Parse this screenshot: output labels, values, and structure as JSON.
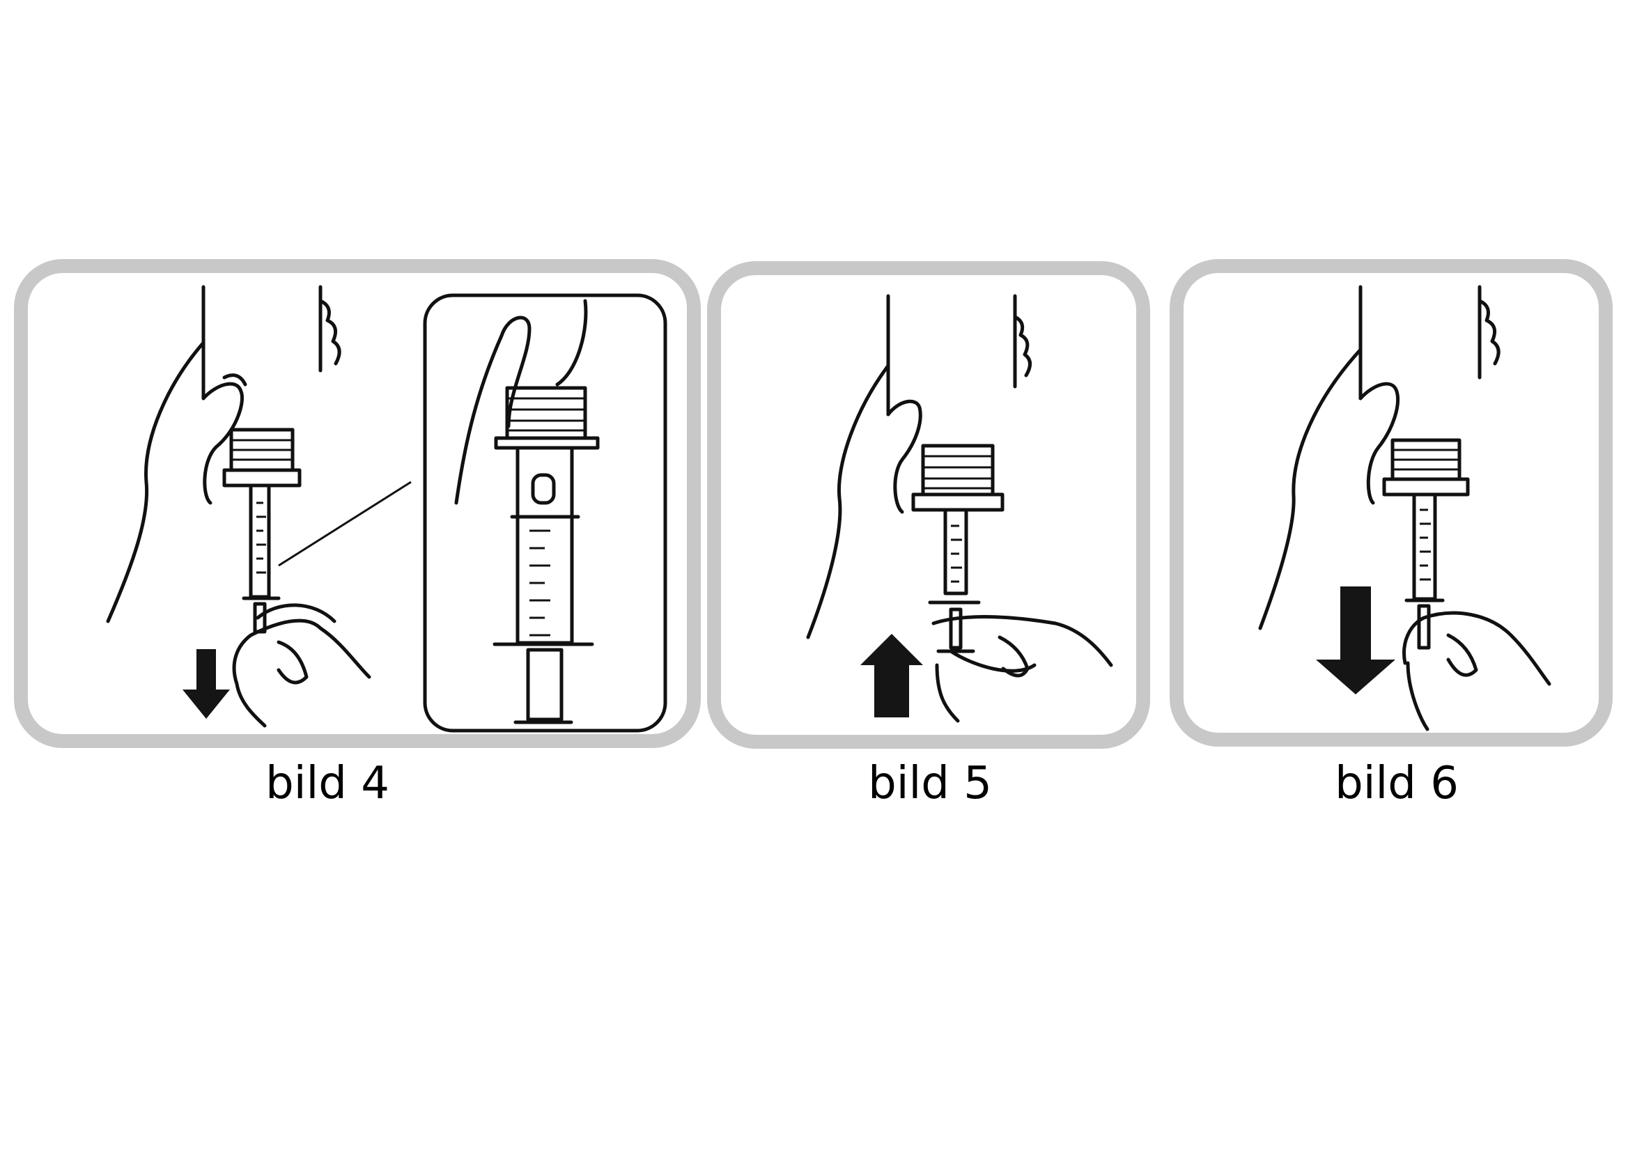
{
  "panels": [
    {
      "id": "step-4",
      "caption": "bild 4",
      "arrow": "down",
      "has_zoom_inset": true
    },
    {
      "id": "step-5",
      "caption": "bild 5",
      "arrow": "up",
      "has_zoom_inset": false
    },
    {
      "id": "step-6",
      "caption": "bild 6",
      "arrow": "down",
      "has_zoom_inset": false
    }
  ],
  "colors": {
    "frame": "#c8c8c8",
    "ink": "#111111",
    "background": "#ffffff"
  }
}
